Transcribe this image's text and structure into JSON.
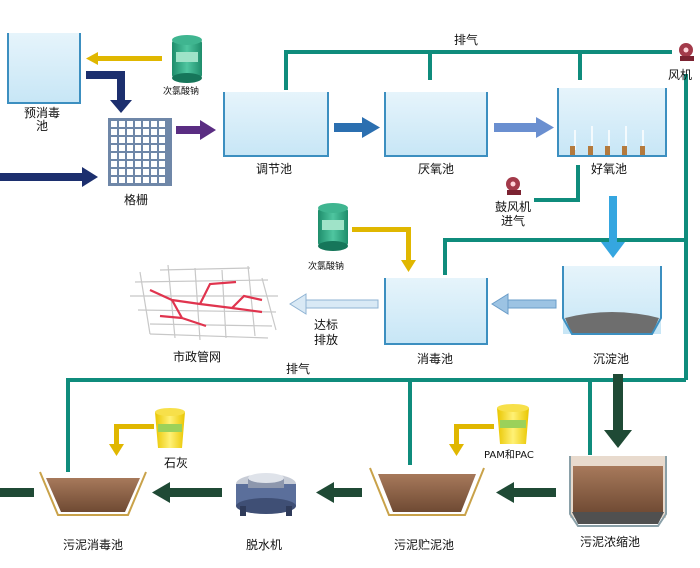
{
  "labels": {
    "pre_disinfection_tank": "预消毒池",
    "hypochlorite_top": "次氯酸钠",
    "grille": "格栅",
    "regulating_tank": "调节池",
    "anaerobic_tank": "厌氧池",
    "aerobic_tank": "好氧池",
    "exhaust_top": "排气",
    "fan": "风机",
    "blower_intake": "鼓风机进气",
    "hypochlorite_mid": "次氯酸钠",
    "disinfection_tank": "消毒池",
    "sedimentation_tank": "沉淀池",
    "discharge_standard": "达标排放",
    "municipal_network": "市政管网",
    "exhaust_bottom": "排气",
    "lime": "石灰",
    "pam_pac": "PAM和PAC",
    "sludge_disinfection_tank": "污泥消毒池",
    "dewatering_machine": "脱水机",
    "sludge_storage_tank": "污泥贮泥池",
    "sludge_thickening_tank": "污泥浓缩池"
  },
  "colors": {
    "tank_fill": "#cfe9f7",
    "pipe_green": "#0f8c7c",
    "arrow_navy": "#1c2f6e",
    "arrow_purple": "#5a2d82",
    "arrow_blue": "#2b6fb0",
    "arrow_skyblue": "#35a6e0",
    "arrow_yellow": "#e0b700",
    "arrow_darkgreen": "#1f4a35",
    "sludge_brown": "#8a5a3c"
  }
}
